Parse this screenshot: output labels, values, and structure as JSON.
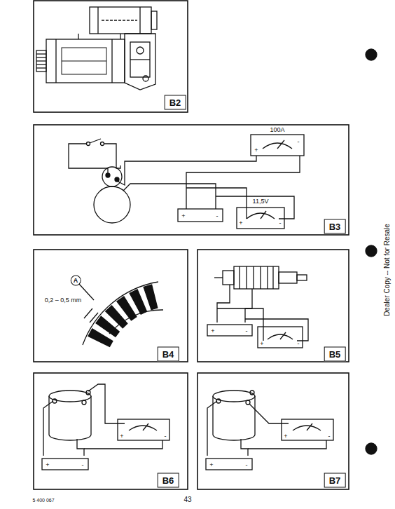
{
  "diagram": {
    "nodes": [
      {
        "text": [
          "B2"
        ]
      },
      {
        "text": [
          "B3"
        ]
      },
      {
        "text": [
          "B4"
        ]
      },
      {
        "text": [
          "B5"
        ]
      },
      {
        "text": [
          "B6"
        ]
      },
      {
        "text": [
          "B7"
        ]
      }
    ],
    "labels": [
      "100A",
      "+",
      "-",
      "+",
      "-",
      "11,5V",
      "+",
      "-",
      "A",
      "0,2 – 0,5 mm",
      "+",
      "-",
      "+",
      "-",
      "+",
      "-",
      "+",
      "-",
      "+",
      "-",
      "+",
      "-",
      "Dealer Copy -- Not for Resale",
      "5 400 067",
      "43"
    ]
  }
}
